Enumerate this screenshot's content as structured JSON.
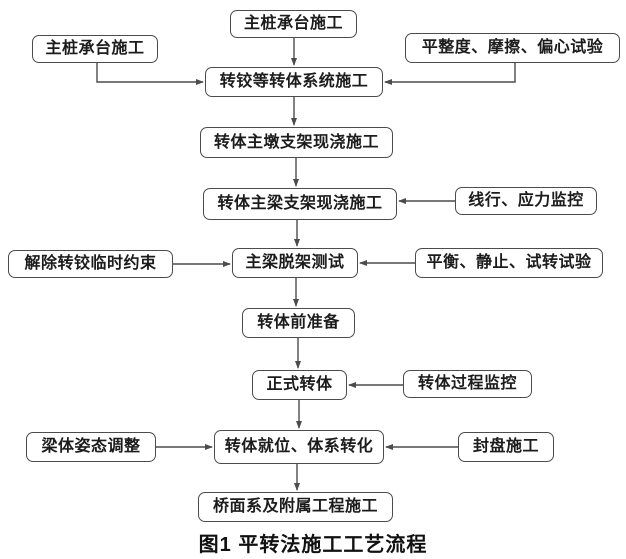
{
  "diagram": {
    "caption": "图1 平转法施工工艺流程",
    "colors": {
      "box_border": "#4c4c4c",
      "connector_line": "#4c4c4c",
      "text": "#1c1c1c",
      "background": "#ffffff"
    },
    "nodes": [
      {
        "id": "pile-cap-top",
        "label": "主桩承台施工"
      },
      {
        "id": "pile-cap-left",
        "label": "主桩承台施工"
      },
      {
        "id": "flatness-test",
        "label": "平整度、摩擦、偏心试验"
      },
      {
        "id": "hinge-system",
        "label": "转铰等转体系统施工"
      },
      {
        "id": "pier-cast",
        "label": "转体主墩支架现浇施工"
      },
      {
        "id": "girder-cast",
        "label": "转体主梁支架现浇施工"
      },
      {
        "id": "line-stress-monitor",
        "label": "线行、应力监控"
      },
      {
        "id": "release-restraint",
        "label": "解除转铰临时约束"
      },
      {
        "id": "girder-test",
        "label": "主梁脱架测试"
      },
      {
        "id": "balance-test",
        "label": "平衡、静止、试转试验"
      },
      {
        "id": "pre-rotation",
        "label": "转体前准备"
      },
      {
        "id": "formal-rotation",
        "label": "正式转体"
      },
      {
        "id": "process-monitor",
        "label": "转体过程监控"
      },
      {
        "id": "attitude-adjust",
        "label": "梁体姿态调整"
      },
      {
        "id": "positioning",
        "label": "转体就位、体系转化"
      },
      {
        "id": "seal-construction",
        "label": "封盘施工"
      },
      {
        "id": "deck-works",
        "label": "桥面系及附属工程施工"
      }
    ],
    "edges": [
      {
        "from": "pile-cap-top",
        "to": "hinge-system"
      },
      {
        "from": "pile-cap-left",
        "to": "hinge-system"
      },
      {
        "from": "flatness-test",
        "to": "hinge-system"
      },
      {
        "from": "hinge-system",
        "to": "pier-cast"
      },
      {
        "from": "pier-cast",
        "to": "girder-cast"
      },
      {
        "from": "line-stress-monitor",
        "to": "girder-cast"
      },
      {
        "from": "girder-cast",
        "to": "girder-test"
      },
      {
        "from": "release-restraint",
        "to": "girder-test"
      },
      {
        "from": "balance-test",
        "to": "girder-test"
      },
      {
        "from": "girder-test",
        "to": "pre-rotation"
      },
      {
        "from": "pre-rotation",
        "to": "formal-rotation"
      },
      {
        "from": "process-monitor",
        "to": "formal-rotation"
      },
      {
        "from": "formal-rotation",
        "to": "positioning"
      },
      {
        "from": "attitude-adjust",
        "to": "positioning"
      },
      {
        "from": "seal-construction",
        "to": "positioning"
      },
      {
        "from": "positioning",
        "to": "deck-works"
      }
    ]
  }
}
